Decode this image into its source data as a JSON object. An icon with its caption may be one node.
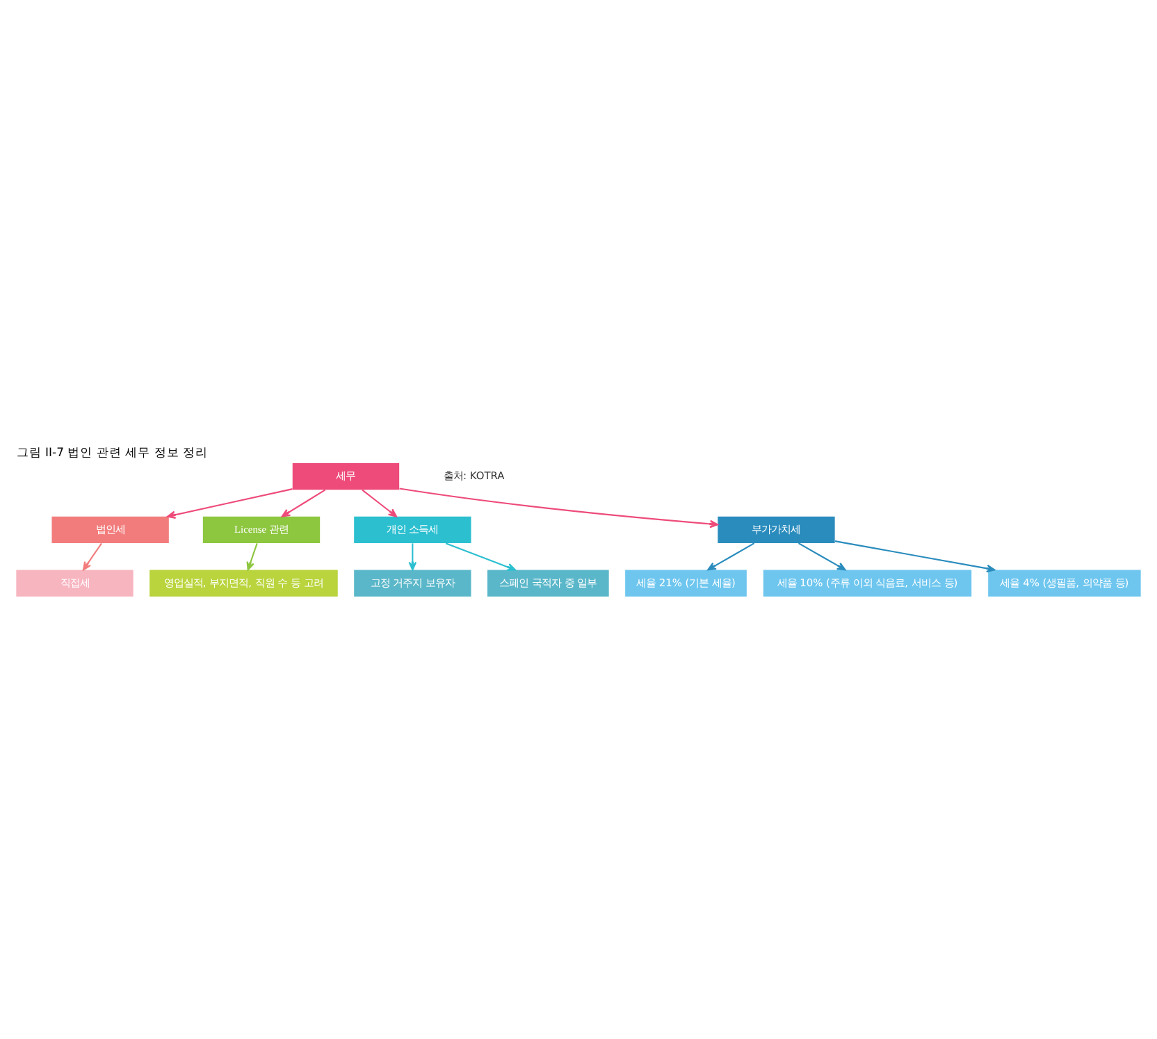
{
  "diagram": {
    "title": "그림 II-7 법인 관련 세무 정보 정리",
    "nodes": [
      {
        "text": [
          "세무"
        ]
      },
      {
        "text": [
          "법인세"
        ]
      },
      {
        "text": [
          "License 관련"
        ]
      },
      {
        "text": [
          "개인 소득세"
        ]
      },
      {
        "text": [
          "부가가치세"
        ]
      },
      {
        "text": [
          "직접세"
        ]
      },
      {
        "text": [
          "영업실적, 부지면적, 직원 수 등 고려"
        ]
      },
      {
        "text": [
          "고정 거주지 보유자"
        ]
      },
      {
        "text": [
          "스페인 국적자 중 일부"
        ]
      },
      {
        "text": [
          "세율 21% (기본 세율)"
        ]
      },
      {
        "text": [
          "세율 10% (주류 이외 식음료, 서비스 등)"
        ]
      },
      {
        "text": [
          "세율 4% (생필품, 의약품 등)"
        ]
      }
    ],
    "edges": [
      {
        "from": 0,
        "to": 1,
        "arrow": "to",
        "color": "#ee4b7a"
      },
      {
        "from": 0,
        "to": 2,
        "arrow": "to",
        "color": "#ee4b7a"
      },
      {
        "from": 0,
        "to": 3,
        "arrow": "to",
        "color": "#ee4b7a"
      },
      {
        "from": 0,
        "to": 4,
        "arrow": "to",
        "color": "#ee4b7a"
      },
      {
        "from": 1,
        "to": 5,
        "arrow": "to",
        "color": "#f27c7c"
      },
      {
        "from": 2,
        "to": 6,
        "arrow": "to",
        "color": "#8dc63f"
      },
      {
        "from": 3,
        "to": 7,
        "arrow": "to",
        "color": "#2bbfd0"
      },
      {
        "from": 3,
        "to": 8,
        "arrow": "to",
        "color": "#2bbfd0"
      },
      {
        "from": 4,
        "to": 9,
        "arrow": "to",
        "color": "#2a8cbd"
      },
      {
        "from": 4,
        "to": 10,
        "arrow": "to",
        "color": "#2a8cbd"
      },
      {
        "from": 4,
        "to": 11,
        "arrow": "to",
        "color": "#2a8cbd"
      }
    ],
    "labels": [
      "출처: KOTRA"
    ]
  }
}
